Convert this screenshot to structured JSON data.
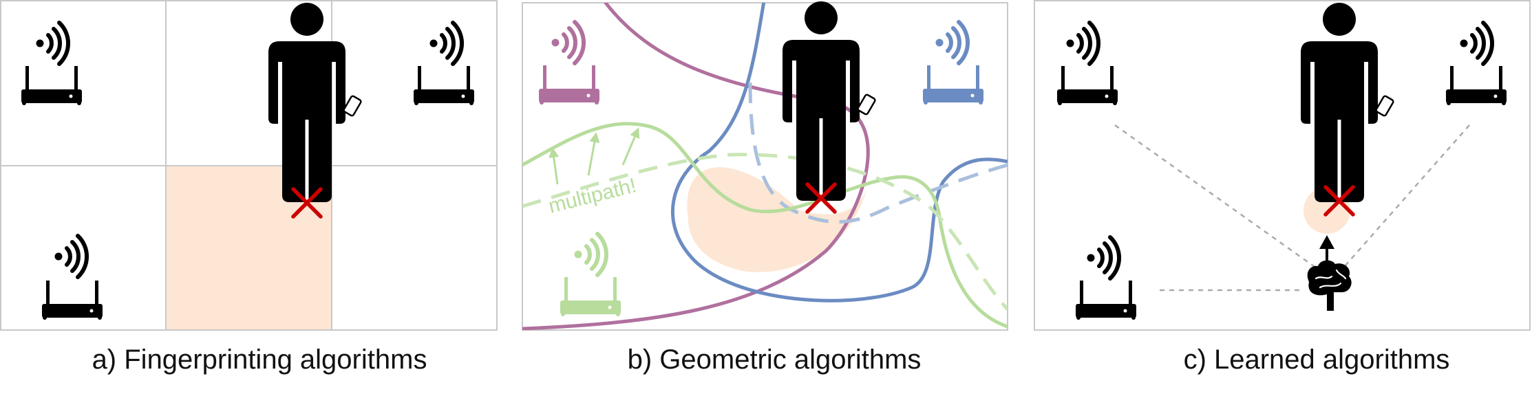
{
  "panels": [
    {
      "caption": "a) Fingerprinting algorithms"
    },
    {
      "caption": "b) Geometric algorithms",
      "annotation": "multipath!"
    },
    {
      "caption": "c) Learned algorithms"
    }
  ],
  "colors": {
    "purple": "#b0709e",
    "blue": "#6b8cc2",
    "green": "#b7dc9c",
    "highlight": "#fde6d4",
    "marker": "#cc0000",
    "grid": "#c8c8c8"
  },
  "icons": [
    "wifi-signal-icon",
    "router-icon",
    "person-icon",
    "phone-icon",
    "position-x-icon",
    "brain-icon",
    "arrow-up-icon"
  ]
}
